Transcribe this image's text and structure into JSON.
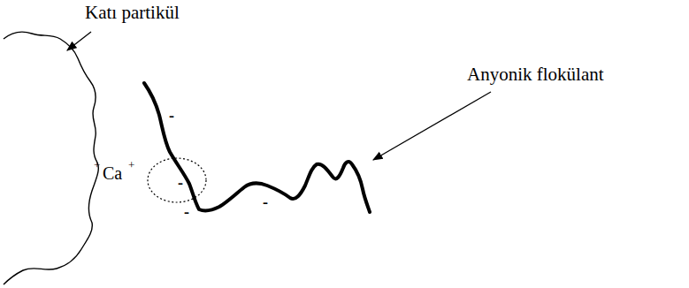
{
  "diagram": {
    "labels": [
      "Katı partikül",
      "Anyonik flokülant",
      "+",
      "Ca",
      "+",
      "-",
      "-",
      "-",
      "-"
    ]
  }
}
